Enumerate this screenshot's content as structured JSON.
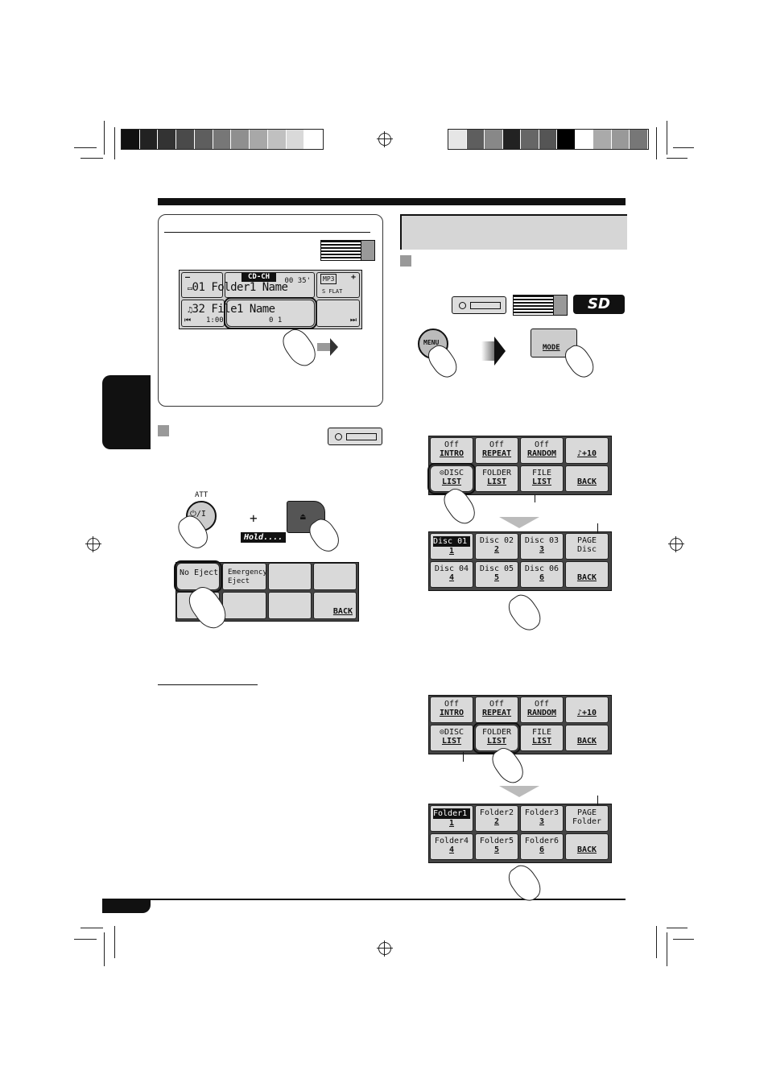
{
  "lcd": {
    "source": "CD-CH",
    "time": "00 35'",
    "mp3": "MP3",
    "sflat": "S FLAT",
    "folder_line": "01 Folder1 Name",
    "file_line": "32 File1 Name",
    "elapsed": "1:00",
    "disc_num": "0 1",
    "minus": "–",
    "plus": "+"
  },
  "eject": {
    "att_label": "ATT",
    "power_symbol": "⏻/I",
    "plus_sign": "+",
    "hold_label": "Hold....",
    "no_eject": "No Eject",
    "emergency_eject": "Emergency Eject",
    "back": "BACK"
  },
  "buttons": {
    "menu": "MENU",
    "mode": "MODE",
    "sd": "SD"
  },
  "mode_menu": [
    {
      "top": "Off",
      "bottom": "INTRO"
    },
    {
      "top": "Off",
      "bottom": "REPEAT"
    },
    {
      "top": "Off",
      "bottom": "RANDOM"
    },
    {
      "top": "",
      "bottom": "♪+10"
    },
    {
      "top": "⊙DISC",
      "bottom": "LIST"
    },
    {
      "top": "FOLDER",
      "bottom": "LIST"
    },
    {
      "top": "FILE",
      "bottom": "LIST"
    },
    {
      "top": "",
      "bottom": "BACK"
    }
  ],
  "disc_list": [
    {
      "top": "Disc 01",
      "bottom": "1"
    },
    {
      "top": "Disc 02",
      "bottom": "2"
    },
    {
      "top": "Disc 03",
      "bottom": "3"
    },
    {
      "top": "PAGE",
      "bottom": "Disc"
    },
    {
      "top": "Disc 04",
      "bottom": "4"
    },
    {
      "top": "Disc 05",
      "bottom": "5"
    },
    {
      "top": "Disc 06",
      "bottom": "6"
    },
    {
      "top": "",
      "bottom": "BACK"
    }
  ],
  "folder_list": [
    {
      "top": "Folder1",
      "bottom": "1"
    },
    {
      "top": "Folder2",
      "bottom": "2"
    },
    {
      "top": "Folder3",
      "bottom": "3"
    },
    {
      "top": "PAGE",
      "bottom": "Folder"
    },
    {
      "top": "Folder4",
      "bottom": "4"
    },
    {
      "top": "Folder5",
      "bottom": "5"
    },
    {
      "top": "Folder6",
      "bottom": "6"
    },
    {
      "top": "",
      "bottom": "BACK"
    }
  ],
  "colors": {
    "swatches_left": [
      "#111111",
      "#222222",
      "#333333",
      "#4a4a4a",
      "#5e5e5e",
      "#777777",
      "#8f8f8f",
      "#a8a8a8",
      "#c0c0c0",
      "#d9d9d9",
      "#ffffff"
    ],
    "swatches_right": [
      "#e6e6e6",
      "#5e5e5e",
      "#888888",
      "#222222",
      "#666666",
      "#555555",
      "#000000",
      "#ffffff",
      "#aaaaaa",
      "#999999",
      "#777777"
    ]
  }
}
